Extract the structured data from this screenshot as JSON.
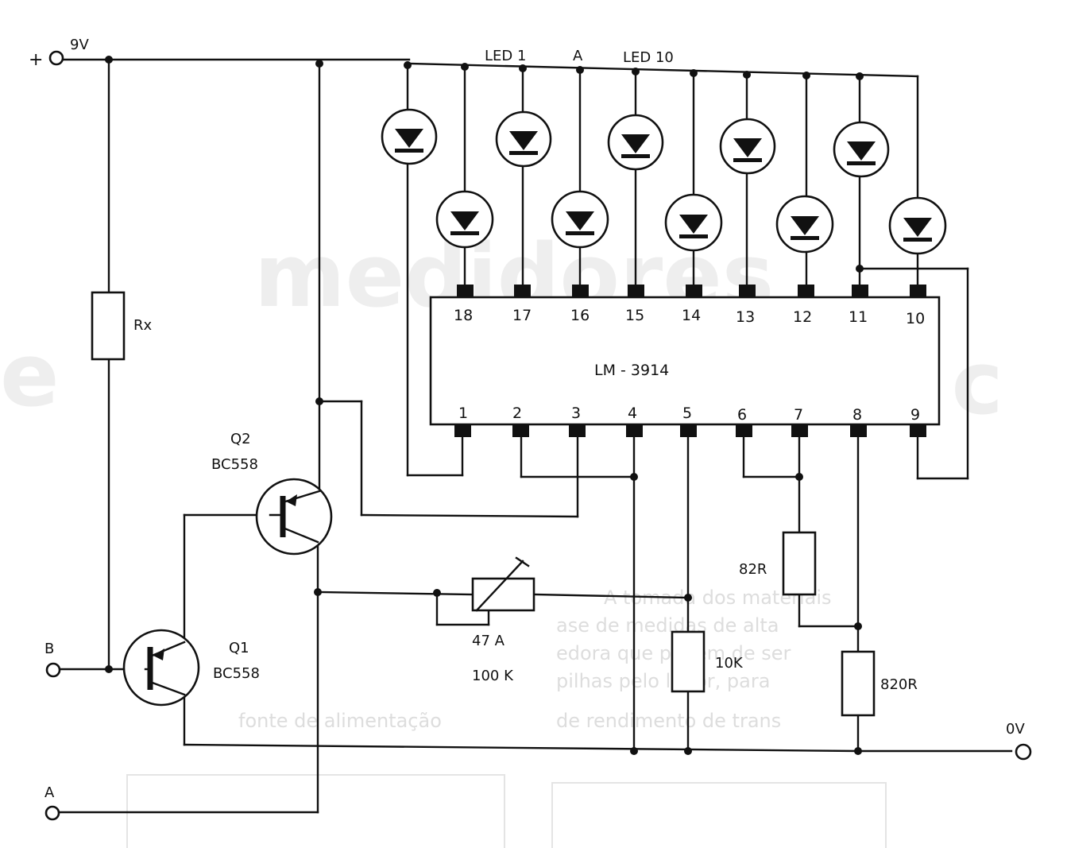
{
  "supply": {
    "plus_sign": "+",
    "voltage": "9V",
    "ground": "0V"
  },
  "terminals": {
    "b": "B",
    "a": "A"
  },
  "top_labels": {
    "led1": "LED 1",
    "a": "A",
    "led10": "LED 10"
  },
  "ic": {
    "name": "LM - 3914",
    "top_pins": [
      "18",
      "17",
      "16",
      "15",
      "14",
      "13",
      "12",
      "11",
      "10"
    ],
    "bottom_pins": [
      "1",
      "2",
      "3",
      "4",
      "5",
      "6",
      "7",
      "8",
      "9"
    ]
  },
  "transistors": {
    "q2": {
      "ref": "Q2",
      "part": "BC558"
    },
    "q1": {
      "ref": "Q1",
      "part": "BC558"
    }
  },
  "resistors": {
    "rx": "Rx",
    "r82": "82R",
    "r820": "820R",
    "r10k": "10K"
  },
  "potentiometer": {
    "ref": "47 A",
    "value": "100 K"
  }
}
